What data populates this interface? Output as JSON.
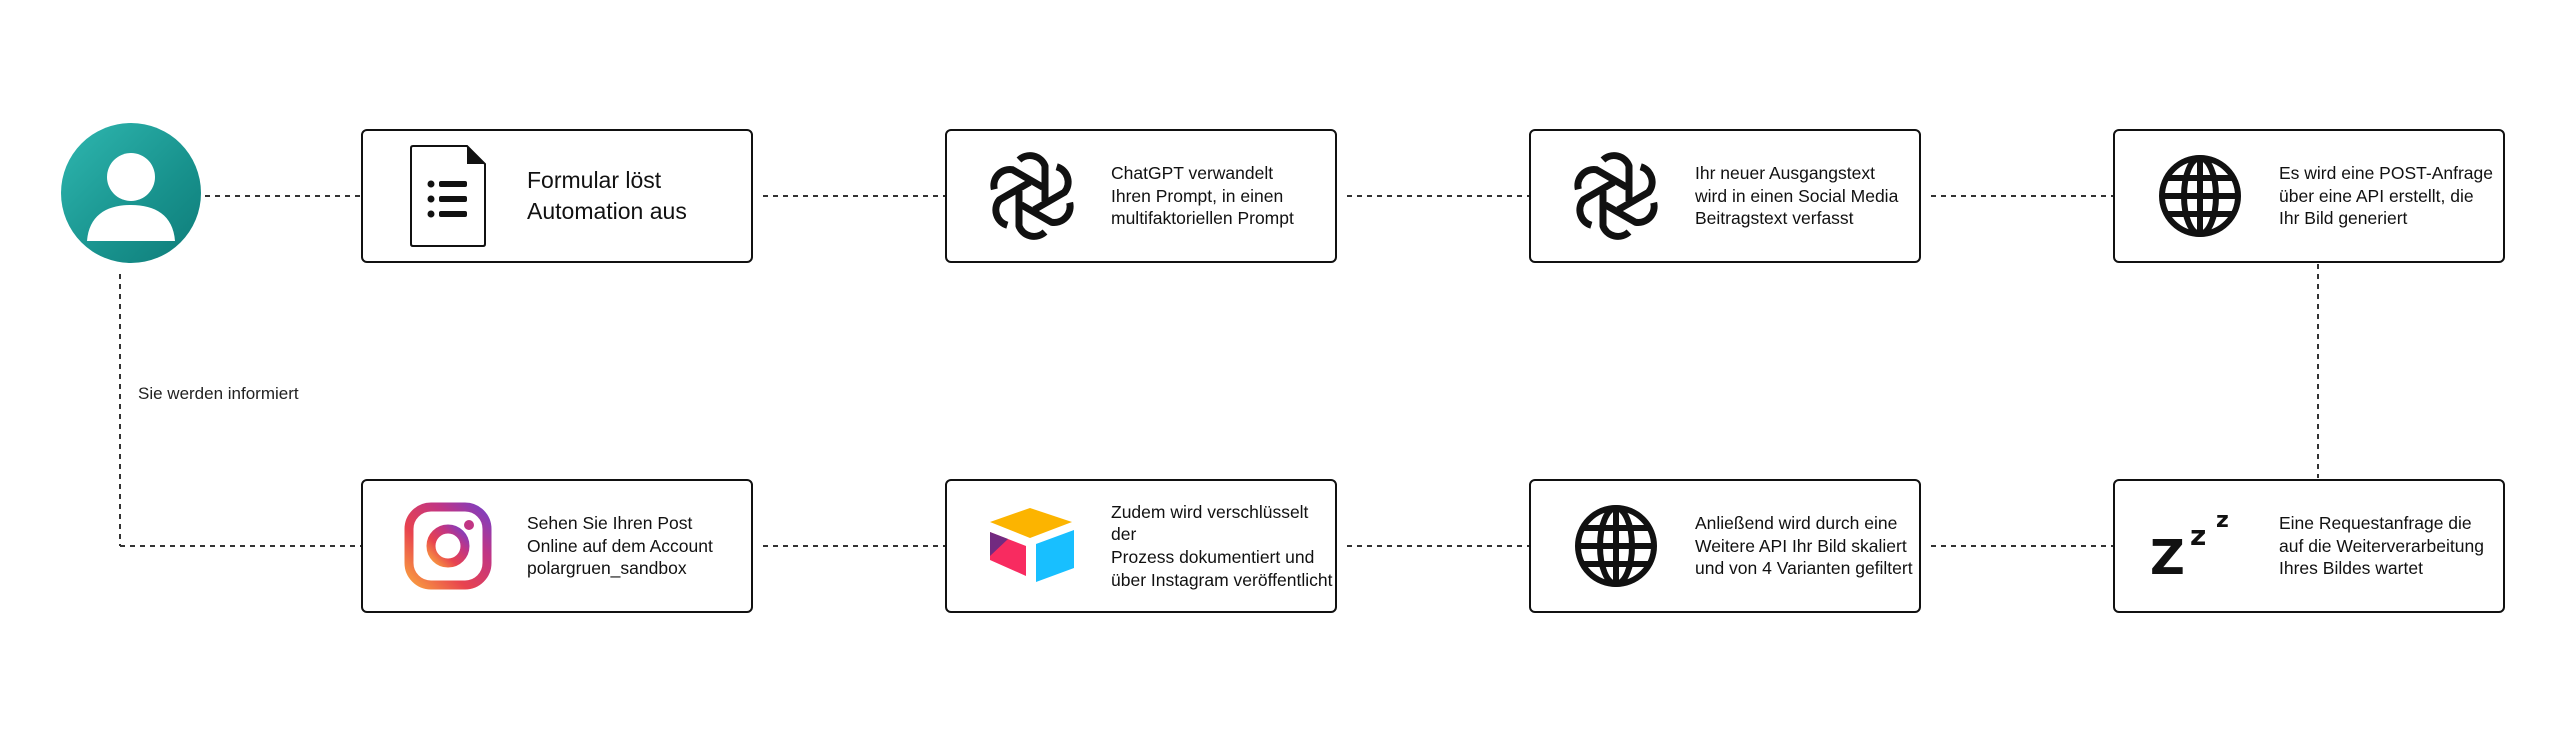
{
  "user": {
    "avatar_icon": "user-icon",
    "colors": {
      "gradient_start": "#2fb7b0",
      "gradient_end": "#0e7c79"
    }
  },
  "side_label": "Sie werden informiert",
  "top_row": [
    {
      "text": "Formular löst\nAutomation  aus",
      "icon": "form-document-icon"
    },
    {
      "text": "ChatGPT verwandelt\nIhren Prompt, in einen\nmultifaktoriellen Prompt",
      "icon": "openai-icon"
    },
    {
      "text": "Ihr neuer Ausgangstext\nwird in einen Social Media\nBeitragstext verfasst",
      "icon": "openai-icon"
    },
    {
      "text": "Es wird eine POST-Anfrage\nüber eine API erstellt, die\nIhr Bild generiert",
      "icon": "globe-icon"
    }
  ],
  "bottom_row": [
    {
      "text": "Sehen Sie Ihren Post\nOnline auf dem Account\npolargruen_sandbox",
      "icon": "instagram-icon"
    },
    {
      "text": "Zudem wird verschlüsselt der\nProzess dokumentiert und\nüber Instagram veröffentlicht",
      "icon": "airtable-icon"
    },
    {
      "text": "Anließend wird durch eine\nWeitere API Ihr Bild skaliert\nund von 4 Varianten gefiltert",
      "icon": "globe-icon"
    },
    {
      "text": "Eine Requestanfrage die\nauf die Weiterverarbeitung\nIhres Bildes wartet",
      "icon": "sleep-icon",
      "glyphs": [
        "Z",
        "z",
        "z"
      ]
    }
  ]
}
